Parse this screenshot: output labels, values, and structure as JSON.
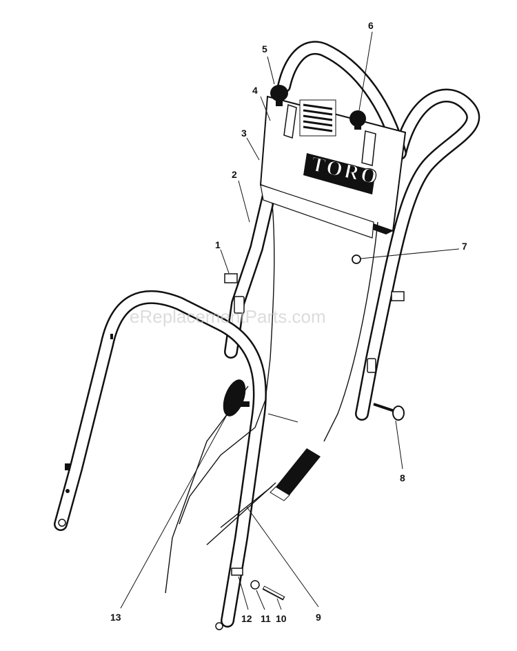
{
  "diagram": {
    "brand_text": "TORO",
    "watermark": "eReplacementParts.com",
    "callouts": [
      "1",
      "2",
      "3",
      "4",
      "5",
      "6",
      "7",
      "8",
      "9",
      "10",
      "11",
      "12",
      "13"
    ],
    "colors": {
      "ink": "#111111",
      "paper": "#ffffff",
      "watermark": "#c9c9c9"
    }
  }
}
